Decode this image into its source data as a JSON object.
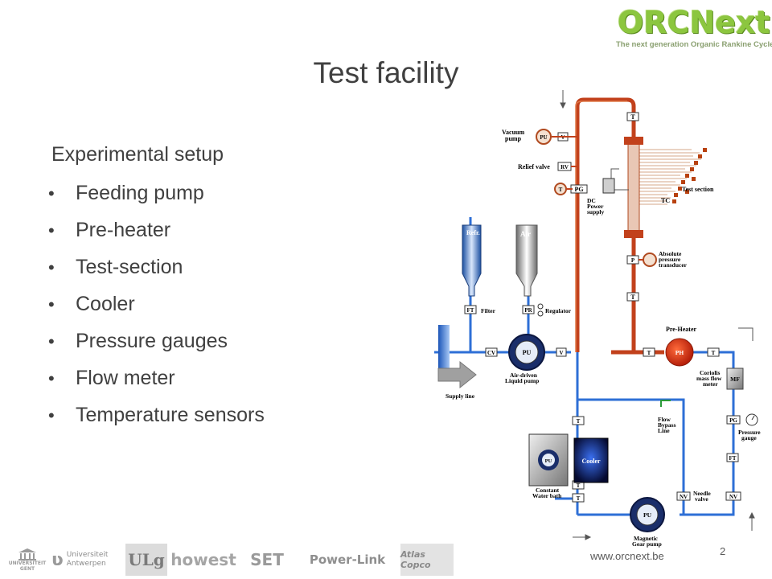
{
  "header": {
    "logo_text": "ORCNext",
    "logo_tagline": "The next generation Organic Rankine Cycles",
    "title": "Test facility"
  },
  "content": {
    "subtitle": "Experimental setup",
    "bullets": [
      "Feeding pump",
      "Pre-heater",
      "Test-section",
      "Cooler",
      "Pressure gauges",
      "Flow meter",
      "Temperature sensors"
    ]
  },
  "diagram": {
    "labels": {
      "vacuum_pump": [
        "Vacuum",
        "pump"
      ],
      "relief_valve": "Relief valve",
      "dc_power": [
        "DC",
        "Power",
        "supply"
      ],
      "test_section": "Test section",
      "tc": "TC",
      "absolute_pressure": [
        "Absolute",
        "pressure",
        "transducer"
      ],
      "refr": "Refr.",
      "air": "Air",
      "filter": "Filter",
      "regulator": "Regulator",
      "air_driven": [
        "Air-driven",
        "Liquid pump"
      ],
      "supply_line": "Supply line",
      "pre_heater": "Pre-Heater",
      "coriolis": [
        "Coriolis",
        "mass flow",
        "meter"
      ],
      "flow_bypass": [
        "Flow",
        "Bypass",
        "Line"
      ],
      "pressure_gauge": [
        "Pressure",
        "gauge"
      ],
      "cooler": "Cooler",
      "constant_water": [
        "Constant",
        "Water bath"
      ],
      "needle_valve": [
        "Needle",
        "valve"
      ],
      "magnetic_pump": [
        "Magnetic",
        "Gear pump"
      ]
    },
    "tags": {
      "t": "T",
      "pg": "PG",
      "pu": "PU",
      "v": "V",
      "rv": "RV",
      "p": "P",
      "ft": "FT",
      "pr": "PR",
      "cv": "CV",
      "ph": "PH",
      "mf": "MF",
      "nv": "NV"
    }
  },
  "footer": {
    "logos": {
      "gent": [
        "UNIVERSITEIT",
        "GENT"
      ],
      "antwerpen": [
        "Universiteit",
        "Antwerpen"
      ],
      "ulg": "ULg",
      "howest": "howest",
      "set": "SET",
      "powerlink": "Power-Link",
      "atlas": "Atlas Copco"
    },
    "url": "www.orcnext.be",
    "page_number": "2"
  }
}
